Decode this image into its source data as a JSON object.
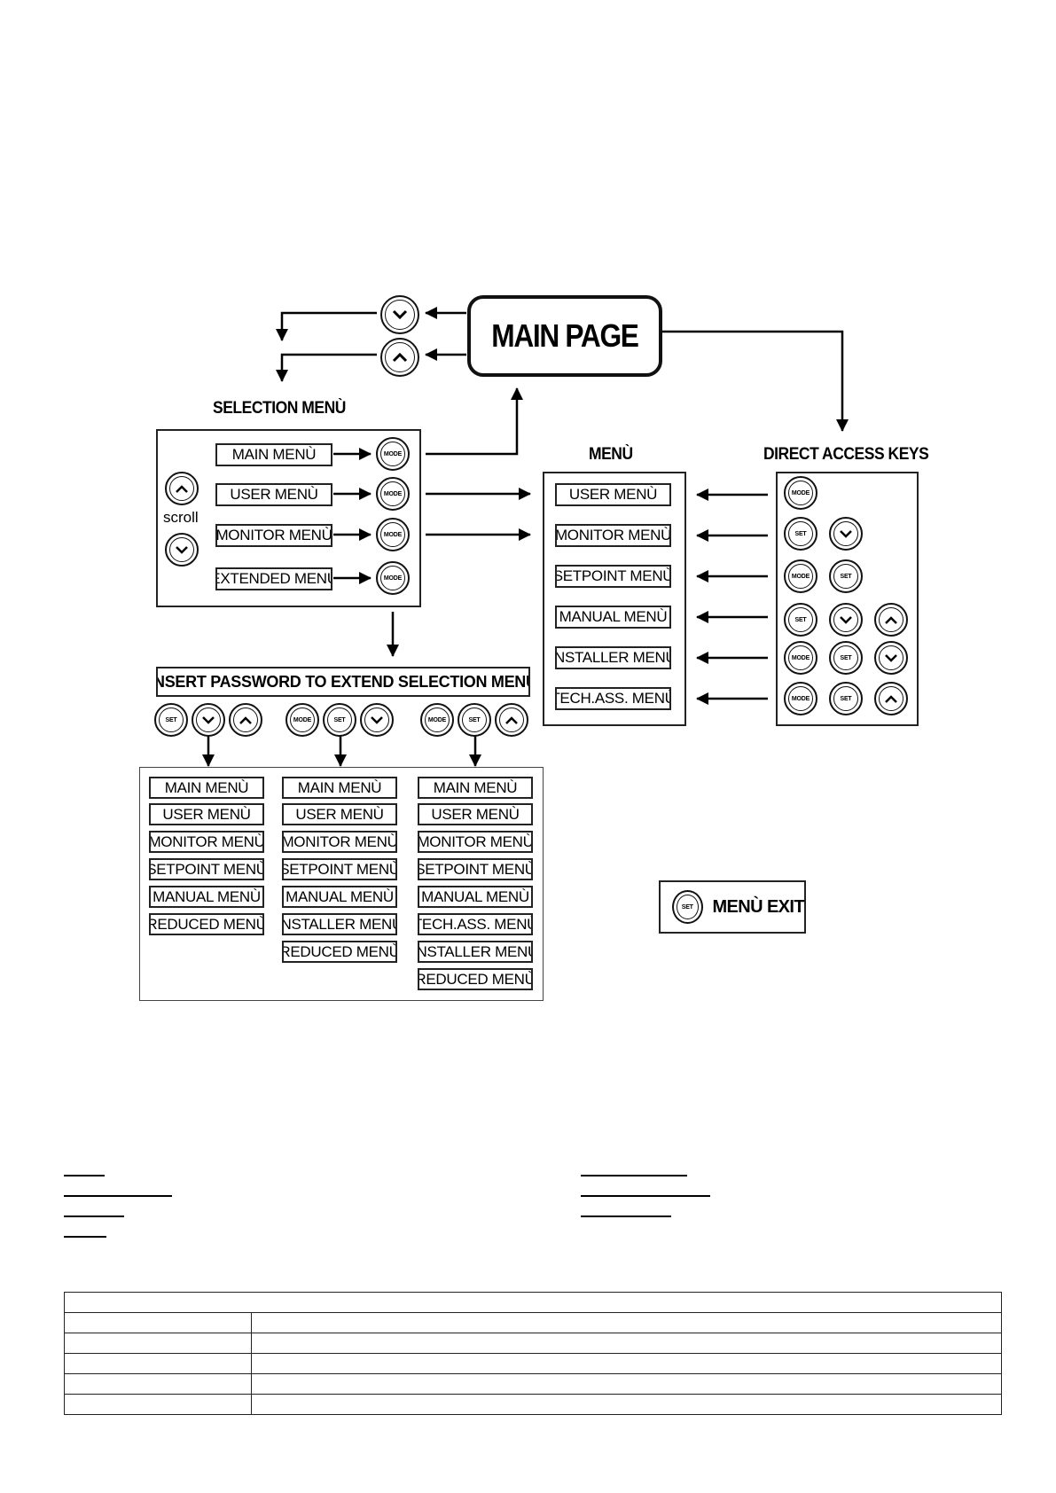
{
  "main_page": {
    "label": "MAIN PAGE"
  },
  "selection_menu": {
    "title": "SELECTION MENÙ",
    "scroll_label": "scroll",
    "items": [
      {
        "label": "MAIN MENÙ",
        "key": "MODE"
      },
      {
        "label": "USER MENÙ",
        "key": "MODE"
      },
      {
        "label": "MONITOR MENÙ",
        "key": "MODE"
      },
      {
        "label": "EXTENDED MENÙ",
        "key": "MODE"
      }
    ]
  },
  "menu": {
    "title": "MENÙ",
    "items": [
      "USER MENÙ",
      "MONITOR MENÙ",
      "SETPOINT MENÙ",
      "MANUAL MENÙ",
      "INSTALLER MENÙ",
      "TECH.ASS. MENÙ"
    ]
  },
  "direct_access": {
    "title": "DIRECT ACCESS KEYS",
    "rows": [
      [
        "MODE"
      ],
      [
        "SET",
        "down"
      ],
      [
        "MODE",
        "SET"
      ],
      [
        "SET",
        "down",
        "up"
      ],
      [
        "MODE",
        "SET",
        "down"
      ],
      [
        "MODE",
        "SET",
        "up"
      ]
    ]
  },
  "password": {
    "label": "INSERT PASSWORD TO EXTEND SELECTION MENÙ",
    "key_groups": [
      [
        "SET",
        "down",
        "up"
      ],
      [
        "MODE",
        "SET",
        "down"
      ],
      [
        "MODE",
        "SET",
        "up"
      ]
    ],
    "columns": [
      [
        "MAIN MENÙ",
        "USER MENÙ",
        "MONITOR MENÙ",
        "SETPOINT MENÙ",
        "MANUAL MENÙ",
        "REDUCED MENÙ"
      ],
      [
        "MAIN MENÙ",
        "USER MENÙ",
        "MONITOR MENÙ",
        "SETPOINT MENÙ",
        "MANUAL MENÙ",
        "INSTALLER MENÙ",
        "REDUCED MENÙ"
      ],
      [
        "MAIN MENÙ",
        "USER MENÙ",
        "MONITOR MENÙ",
        "SETPOINT MENÙ",
        "MANUAL MENÙ",
        "TECH.ASS. MENÙ",
        "INSTALLER MENÙ",
        "REDUCED MENÙ"
      ]
    ]
  },
  "menu_exit": {
    "key": "SET",
    "label": "MENÙ EXIT"
  },
  "keys": {
    "mode": "MODE",
    "set": "SET"
  }
}
